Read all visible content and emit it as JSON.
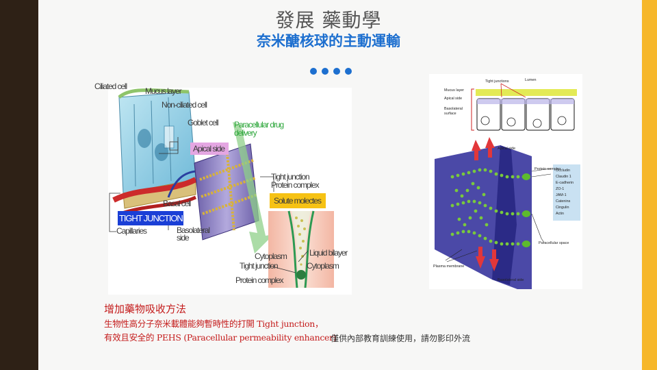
{
  "slide": {
    "title": "發展 藥動學",
    "subtitle": "奈米醣核球的主動運輸"
  },
  "left_figure": {
    "labels": {
      "ciliated_cell": "Ciliated cell",
      "mucus_layer": "Mucus layer",
      "non_ciliated_cell": "Non-ciliated cell",
      "goblet_cell": "Goblet cell",
      "paracellular_drug_delivery_1": "Paracellular drug",
      "paracellular_drug_delivery_2": "delivery",
      "apical_side": "Apical side",
      "tight_junction_protein_1": "Tight junction",
      "tight_junction_protein_2": "Protein complex",
      "solute_molecules": "Solute molectes",
      "basal_cell": "Basal cell",
      "tight_junction_banner": "TIGHT JUNCTION",
      "capillaries": "Capillaries",
      "basolateral_side_1": "Basolateral",
      "basolateral_side_2": "side",
      "liquid_bilayer": "Liquid bilayer",
      "cytoplasm_left": "Cytoplasm",
      "cytoplasm_right": "Cytoplasm",
      "tight_junction_lower": "Tight junction",
      "protein_complex_lower": "Protein complex"
    },
    "colors": {
      "banner": "#1a3fd6",
      "apical_box": "#e4a6e2",
      "solute_box": "#f6c214",
      "paracellular_text": "#2ca63a"
    }
  },
  "right_figure": {
    "labels": {
      "tight_junctions": "Tight junctions",
      "lumen": "Lumen",
      "mucus_layer": "Mucus layer",
      "apical_side_top": "Apical side",
      "basolateral_surface_1": "Basolateral",
      "basolateral_surface_2": "surface",
      "apical_side_mid": "Apical side",
      "protein_complex": "Protein complex",
      "paracellular_space": "Paracellular space",
      "plasma_membrane": "Plasma membrane",
      "basolateral_side": "Basolateral side"
    },
    "proteins": [
      "Occludin",
      "Claudin 1",
      "E-cadherin",
      "ZO-1",
      "JAM-1",
      "Catenins",
      "Cingulin",
      "Actin"
    ]
  },
  "notes": {
    "heading": "增加藥物吸收方法",
    "line1": "生物性高分子奈米載體能夠暫時性的打開 Tight junction，",
    "line2": "有效且安全的 PEHS (Paracellular permeability enhancer)"
  },
  "footer": "僅供內部教育訓練使用，請勿影印外流",
  "colors": {
    "accent_blue": "#1d6fcf",
    "note_red": "#c41c1c",
    "right_bar": "#f6b72b",
    "left_bar": "#2e2116"
  }
}
